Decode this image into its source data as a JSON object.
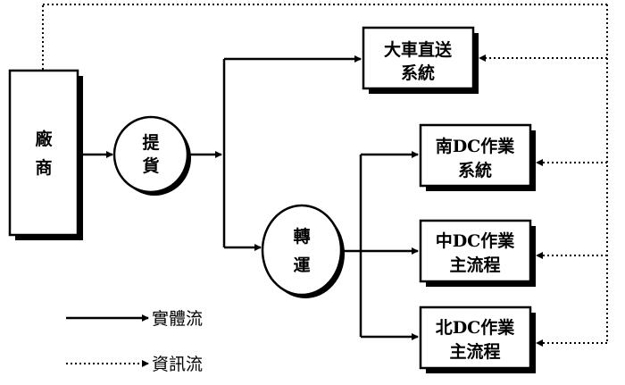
{
  "nodes": {
    "vendor": [
      "廠",
      "商"
    ],
    "pickup": [
      "提",
      "貨"
    ],
    "transfer": [
      "轉",
      "運"
    ],
    "direct": [
      "大車直送",
      "系統"
    ],
    "south": [
      "南DC作業",
      "系統"
    ],
    "central": [
      "中DC作業",
      "主流程"
    ],
    "north": [
      "北DC作業",
      "主流程"
    ]
  },
  "legend": {
    "physical_flow": "實體流",
    "info_flow": "資訊流"
  }
}
